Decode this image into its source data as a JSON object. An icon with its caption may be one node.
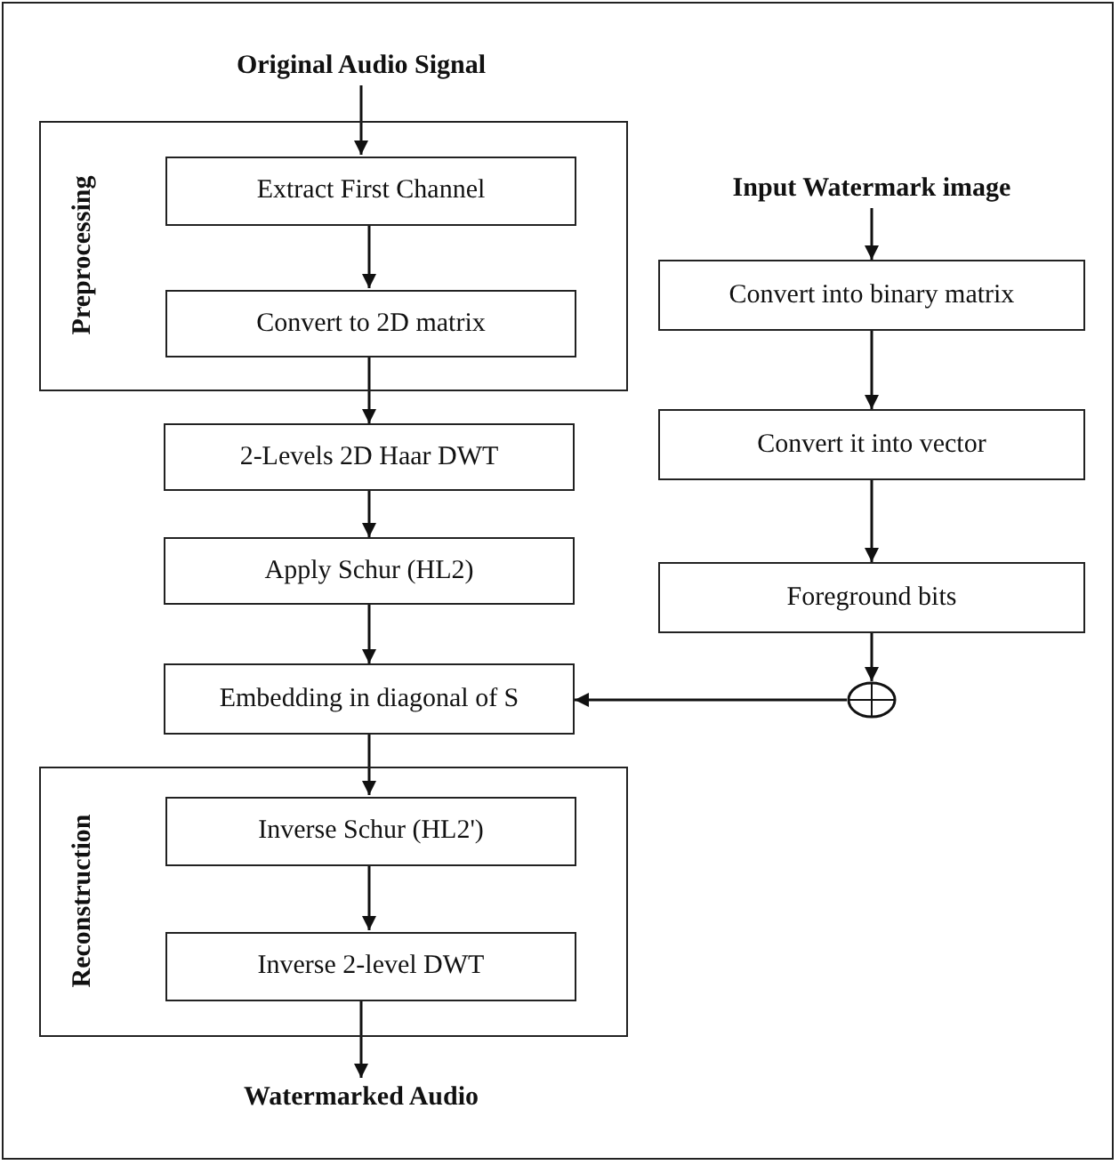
{
  "diagram": {
    "nodes": [
      {
        "text": [
          "Original Audio Signal"
        ]
      },
      {
        "text": [
          "Preprocessing"
        ]
      },
      {
        "text": [
          "Extract First Channel"
        ],
        "in": 1
      },
      {
        "text": [
          "Convert to 2D matrix"
        ],
        "in": 1
      },
      {
        "text": [
          "2-Levels 2D Haar DWT"
        ]
      },
      {
        "text": [
          "Apply Schur (HL2)"
        ]
      },
      {
        "text": [
          "Embedding in diagonal of S"
        ]
      },
      {
        "text": [
          "Reconstruction"
        ]
      },
      {
        "text": [
          "Inverse Schur (HL2')"
        ],
        "in": 7
      },
      {
        "text": [
          "Inverse 2-level DWT"
        ],
        "in": 7
      },
      {
        "text": [
          "Watermarked Audio"
        ]
      },
      {
        "text": [
          "Input Watermark image"
        ]
      },
      {
        "text": [
          "Convert into binary matrix"
        ]
      },
      {
        "text": [
          "Convert it into vector"
        ]
      },
      {
        "text": [
          "Foreground bits"
        ]
      },
      {
        "text": [],
        "shape": "circle"
      }
    ],
    "edges": [
      {
        "from": 0,
        "to": 2,
        "arrow": "to"
      },
      {
        "from": 2,
        "to": 3,
        "arrow": "to"
      },
      {
        "from": 3,
        "to": 4,
        "arrow": "to"
      },
      {
        "from": 4,
        "to": 5,
        "arrow": "to"
      },
      {
        "from": 5,
        "to": 6,
        "arrow": "to"
      },
      {
        "from": 6,
        "to": 8,
        "arrow": "to"
      },
      {
        "from": 8,
        "to": 9,
        "arrow": "to"
      },
      {
        "from": 9,
        "to": 10,
        "arrow": "to"
      },
      {
        "from": 11,
        "to": 12,
        "arrow": "to"
      },
      {
        "from": 12,
        "to": 13,
        "arrow": "to"
      },
      {
        "from": 13,
        "to": 14,
        "arrow": "to"
      },
      {
        "from": 14,
        "to": 15,
        "arrow": "to"
      },
      {
        "from": 15,
        "to": 6,
        "arrow": "to"
      }
    ]
  }
}
